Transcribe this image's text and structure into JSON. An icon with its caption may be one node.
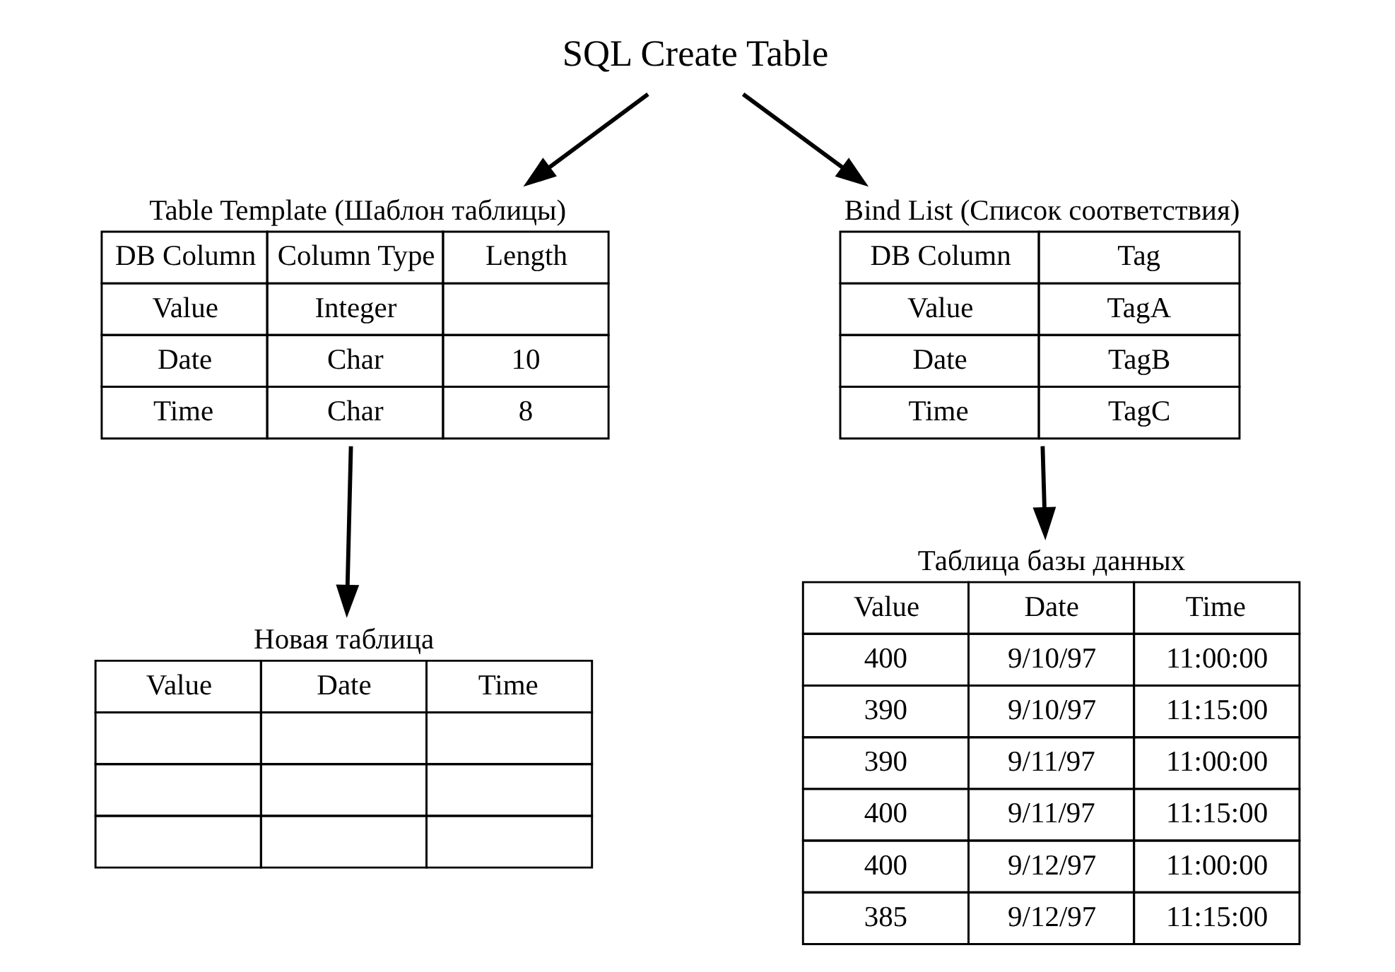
{
  "diagram": {
    "nodes": [
      {
        "text": [
          "SQL Create Table"
        ]
      },
      {
        "text": [
          "Table Template (Шаблон таблицы)",
          "DB Column",
          "Column Type",
          "Length",
          "Value",
          "Integer",
          "Date",
          "Char",
          "10",
          "Time",
          "Char",
          "8"
        ]
      },
      {
        "text": [
          "Bind List (Список соответствия)",
          "DB Column",
          "Tag",
          "Value",
          "TagA",
          "Date",
          "TagB",
          "Time",
          "TagC"
        ]
      },
      {
        "text": [
          "Новая таблица",
          "Value",
          "Date",
          "Time"
        ]
      },
      {
        "text": [
          "Таблица базы данных",
          "Value",
          "Date",
          "Time",
          "400",
          "9/10/97",
          "11:00:00",
          "390",
          "9/10/97",
          "11:15:00",
          "390",
          "9/11/97",
          "11:00:00",
          "400",
          "9/11/97",
          "11:15:00",
          "400",
          "9/12/97",
          "11:00:00",
          "385",
          "9/12/97",
          "11:15:00"
        ]
      }
    ],
    "edges": [
      {
        "from": 0,
        "to": 1,
        "arrow": "to"
      },
      {
        "from": 0,
        "to": 2,
        "arrow": "to"
      },
      {
        "from": 1,
        "to": 3,
        "arrow": "to"
      },
      {
        "from": 2,
        "to": 4,
        "arrow": "to"
      }
    ]
  }
}
